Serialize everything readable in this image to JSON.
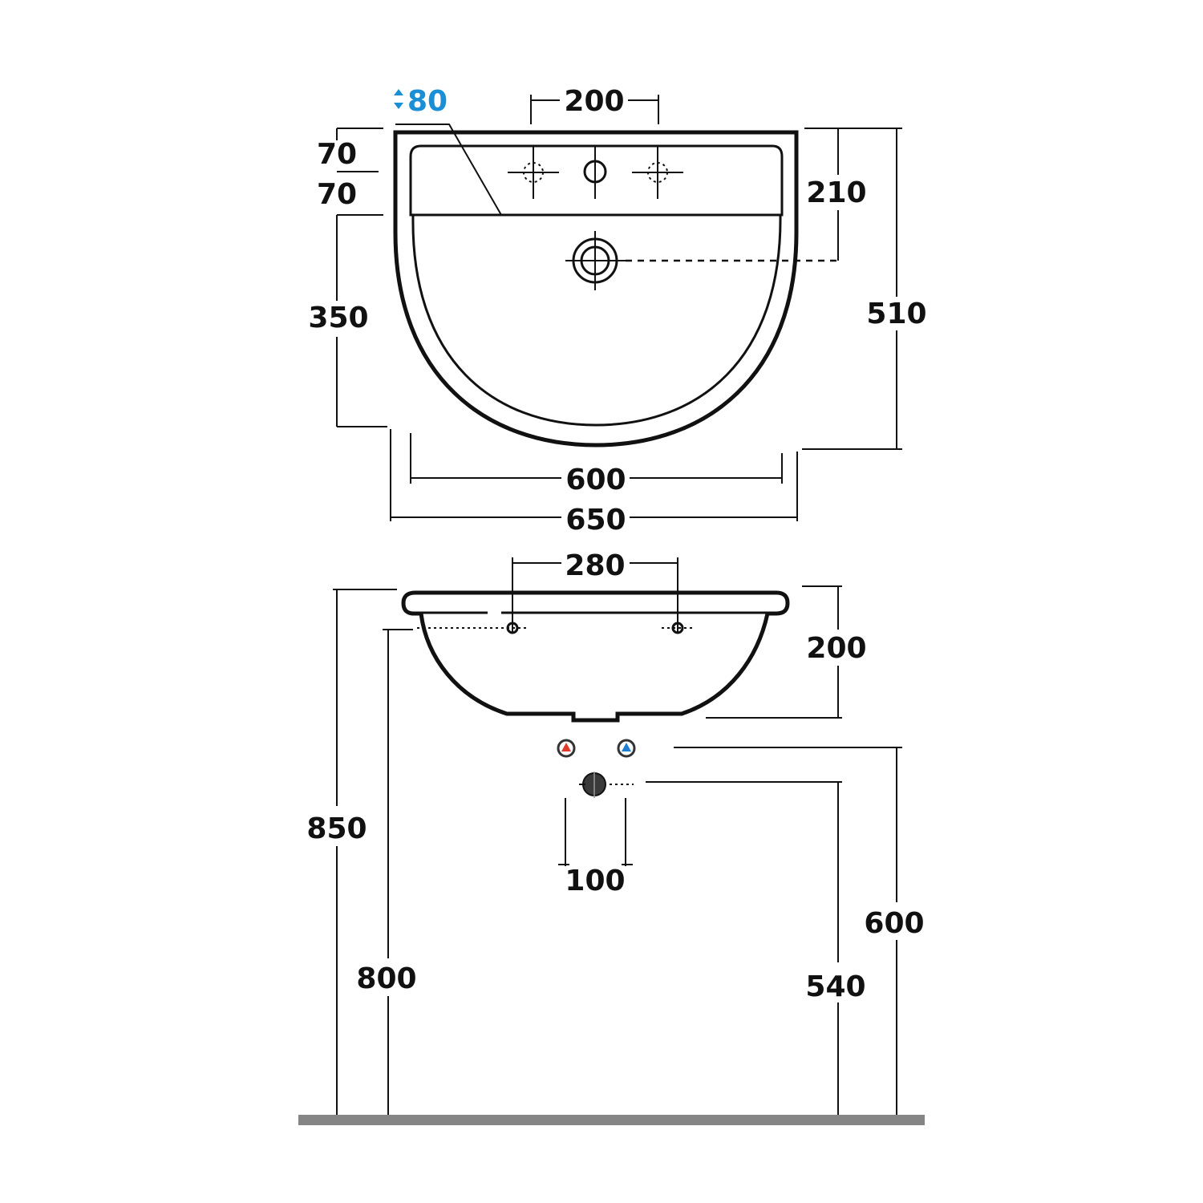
{
  "top_view": {
    "overflow_label": "80",
    "tap_spacing": "200",
    "top_margin_1": "70",
    "top_margin_2": "70",
    "bowl_depth": "350",
    "drain_offset": "210",
    "total_depth": "510",
    "inner_width": "600",
    "outer_width": "650"
  },
  "side_view": {
    "tap_spacing": "280",
    "basin_height": "200",
    "drain_spacing": "100",
    "rim_height": "850",
    "underside_height": "800",
    "supply_height": "600",
    "waste_height": "540"
  },
  "colors": {
    "hot": "#e03a2a",
    "cold": "#1f7fd0",
    "overflow": "#1a8fd6",
    "floor": "#858585"
  }
}
